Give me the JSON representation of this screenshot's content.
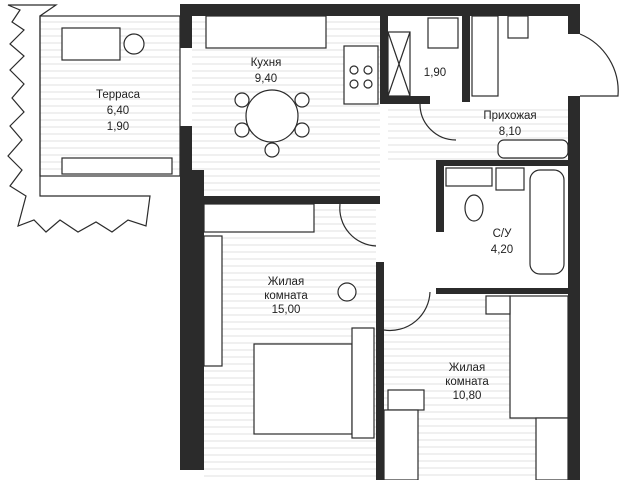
{
  "plan": {
    "rooms": [
      {
        "id": "terrace",
        "name": "Терраса",
        "area": "6,40",
        "extra": "1,90"
      },
      {
        "id": "kitchen",
        "name": "Кухня",
        "area": "9,40"
      },
      {
        "id": "storage",
        "name": "",
        "area": "1,90"
      },
      {
        "id": "hall",
        "name": "Прихожая",
        "area": "8,10"
      },
      {
        "id": "bath",
        "name": "С/У",
        "area": "4,20"
      },
      {
        "id": "living1",
        "name": "Жилая комната",
        "name_l1": "Жилая",
        "name_l2": "комната",
        "area": "15,00"
      },
      {
        "id": "living2",
        "name": "Жилая комната",
        "name_l1": "Жилая",
        "name_l2": "комната",
        "area": "10,80"
      }
    ],
    "colors": {
      "wall": "#2b2b2b",
      "floor_line": "#d6d6d6",
      "background": "#ffffff"
    }
  }
}
